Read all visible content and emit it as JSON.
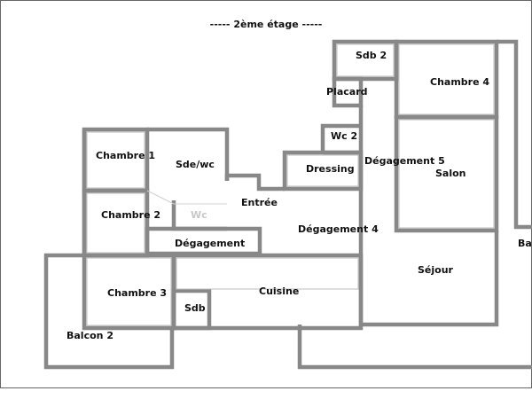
{
  "plan": {
    "title": "-----  2ème étage  -----",
    "rooms": {
      "sdb2": "Sdb 2",
      "placard": "Placard",
      "chambre4": "Chambre 4",
      "wc2": "Wc 2",
      "dressing": "Dressing",
      "degagement5": "Dégagement 5",
      "salon": "Salon",
      "chambre1": "Chambre 1",
      "sdewc": "Sde/wc",
      "entree": "Entrée",
      "chambre2": "Chambre 2",
      "wc": "Wc",
      "degagement4": "Dégagement 4",
      "degagement": "Dégagement",
      "sejour": "Séjour",
      "balcon_right": "Balc",
      "chambre3": "Chambre 3",
      "cuisine": "Cuisine",
      "sdb": "Sdb",
      "balcon2": "Balcon 2"
    }
  },
  "colors": {
    "wall": "#8a8a8a",
    "wall_dark": "#444444",
    "frame": "#555555",
    "text": "#111111"
  }
}
